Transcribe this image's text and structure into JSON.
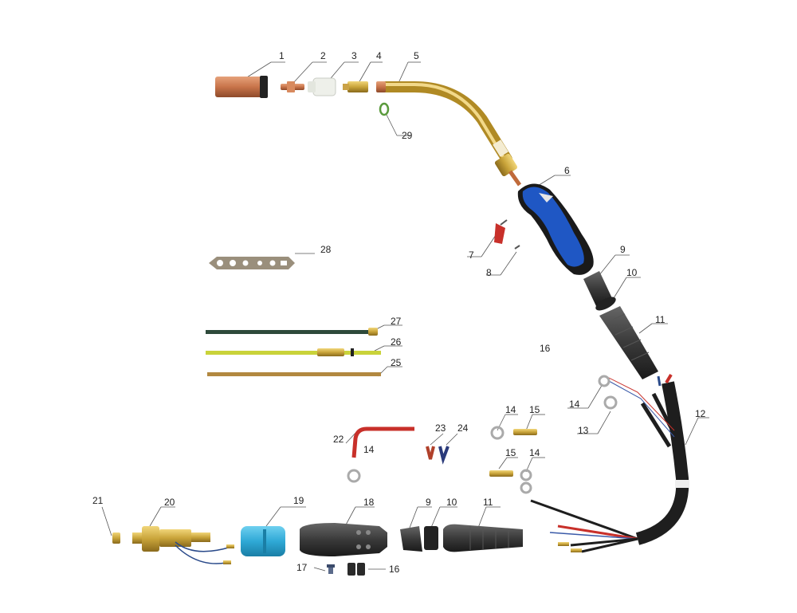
{
  "labels": {
    "p1": "1",
    "p2": "2",
    "p3": "3",
    "p4": "4",
    "p5": "5",
    "p6": "6",
    "p7": "7",
    "p8": "8",
    "p9a": "9",
    "p9b": "9",
    "p10a": "10",
    "p10b": "10",
    "p11a": "11",
    "p11b": "11",
    "p12": "12",
    "p13": "13",
    "p14a": "14",
    "p14b": "14",
    "p14c": "14",
    "p14d": "14",
    "p15a": "15",
    "p15b": "15",
    "p16a": "16",
    "p16b": "16",
    "p17": "17",
    "p18": "18",
    "p19": "19",
    "p20": "20",
    "p21": "21",
    "p22": "22",
    "p23": "23",
    "p24": "24",
    "p25": "25",
    "p26": "26",
    "p27": "27",
    "p28": "28",
    "p29": "29"
  },
  "colors": {
    "copper": "#c8744a",
    "brass": "#c9a43a",
    "handle_blue": "#1f57c4",
    "rubber": "#3a3a3a",
    "cyan": "#2fa9d6",
    "yellow_liner": "#c9d33a",
    "red_wire": "#c8302a",
    "steel": "#9a8f7c"
  }
}
